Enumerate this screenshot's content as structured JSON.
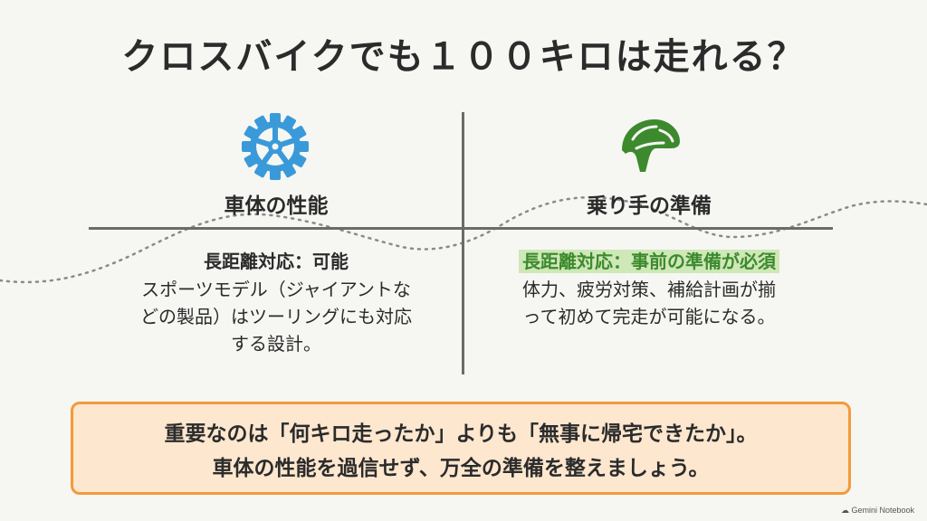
{
  "title": "クロスバイクでも１００キロは走れる？",
  "left": {
    "icon": "gear-icon",
    "heading": "車体の性能",
    "subheading": "長距離対応：可能",
    "lines": [
      "スポーツモデル（ジャイアントな",
      "どの製品）はツーリングにも対応",
      "する設計。"
    ]
  },
  "right": {
    "icon": "helmet-icon",
    "heading": "乗り手の準備",
    "subheading": "長距離対応：事前の準備が必須",
    "lines": [
      "体力、疲労対策、補給計画が揃",
      "って初めて完走が可能になる。"
    ]
  },
  "callout": {
    "line1": "重要なのは「何キロ走ったか」よりも「無事に帰宅できたか」。",
    "line2": "車体の性能を過信せず、万全の準備を整えましょう。"
  },
  "badge": "Gemini Notebook",
  "colors": {
    "gear": "#3a9ad9",
    "helmet": "#3d8a2e",
    "callout_border": "#f29a3a",
    "callout_bg": "#fde7cf",
    "highlight_bg": "#cfe8b8"
  }
}
